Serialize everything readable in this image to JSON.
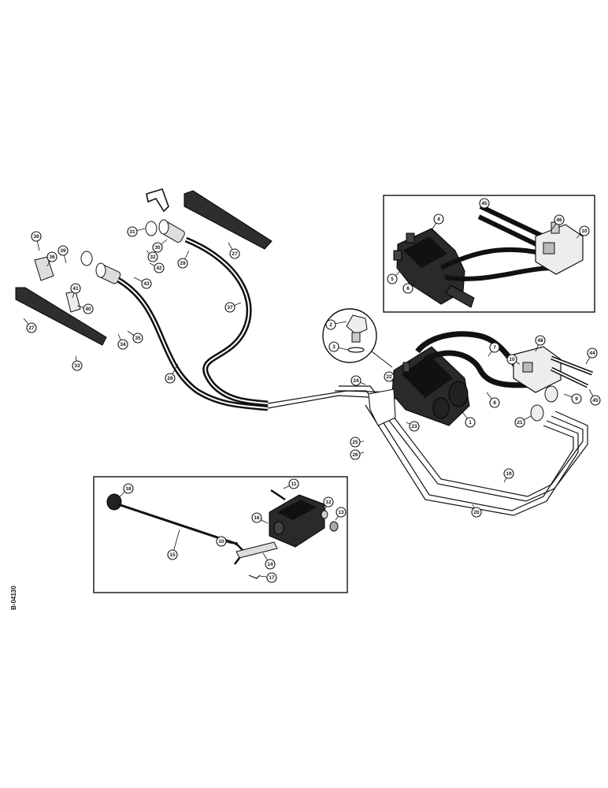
{
  "callouts": [
    {
      "id": "c39a",
      "label": "39"
    },
    {
      "id": "c36",
      "label": "36"
    },
    {
      "id": "c39b",
      "label": "39"
    },
    {
      "id": "c41a",
      "label": "41"
    },
    {
      "id": "c40",
      "label": "40"
    },
    {
      "id": "c27a",
      "label": "27"
    },
    {
      "id": "c33",
      "label": "33"
    },
    {
      "id": "c34",
      "label": "34"
    },
    {
      "id": "c35",
      "label": "35"
    },
    {
      "id": "c31",
      "label": "31"
    },
    {
      "id": "c30",
      "label": "30"
    },
    {
      "id": "c29",
      "label": "29"
    },
    {
      "id": "c32",
      "label": "32"
    },
    {
      "id": "c42",
      "label": "42"
    },
    {
      "id": "c43",
      "label": "43"
    },
    {
      "id": "c27b",
      "label": "27"
    },
    {
      "id": "c28",
      "label": "28"
    },
    {
      "id": "c37",
      "label": "37"
    },
    {
      "id": "c4",
      "label": "4"
    },
    {
      "id": "c5",
      "label": "5"
    },
    {
      "id": "c6",
      "label": "6"
    },
    {
      "id": "c45",
      "label": "45"
    },
    {
      "id": "c46",
      "label": "46"
    },
    {
      "id": "c10top",
      "label": "10"
    },
    {
      "id": "c2",
      "label": "2"
    },
    {
      "id": "c3",
      "label": "3"
    },
    {
      "id": "c7",
      "label": "7"
    },
    {
      "id": "c48",
      "label": "48"
    },
    {
      "id": "c10",
      "label": "10"
    },
    {
      "id": "c44",
      "label": "44"
    },
    {
      "id": "c8",
      "label": "8"
    },
    {
      "id": "c9",
      "label": "9"
    },
    {
      "id": "c45b",
      "label": "45"
    },
    {
      "id": "c1",
      "label": "1"
    },
    {
      "id": "c24",
      "label": "24"
    },
    {
      "id": "c22",
      "label": "22"
    },
    {
      "id": "c23",
      "label": "23"
    },
    {
      "id": "c25",
      "label": "25"
    },
    {
      "id": "c26",
      "label": "26"
    },
    {
      "id": "c21",
      "label": "21"
    },
    {
      "id": "c19",
      "label": "19"
    },
    {
      "id": "c20",
      "label": "20"
    },
    {
      "id": "c18",
      "label": "18"
    },
    {
      "id": "c11",
      "label": "11"
    },
    {
      "id": "c16",
      "label": "16"
    },
    {
      "id": "c12",
      "label": "12"
    },
    {
      "id": "c13",
      "label": "13"
    },
    {
      "id": "c15",
      "label": "15"
    },
    {
      "id": "c14",
      "label": "14"
    },
    {
      "id": "c17",
      "label": "17"
    },
    {
      "id": "c10b",
      "label": "10"
    }
  ],
  "side_code": "B-04130"
}
